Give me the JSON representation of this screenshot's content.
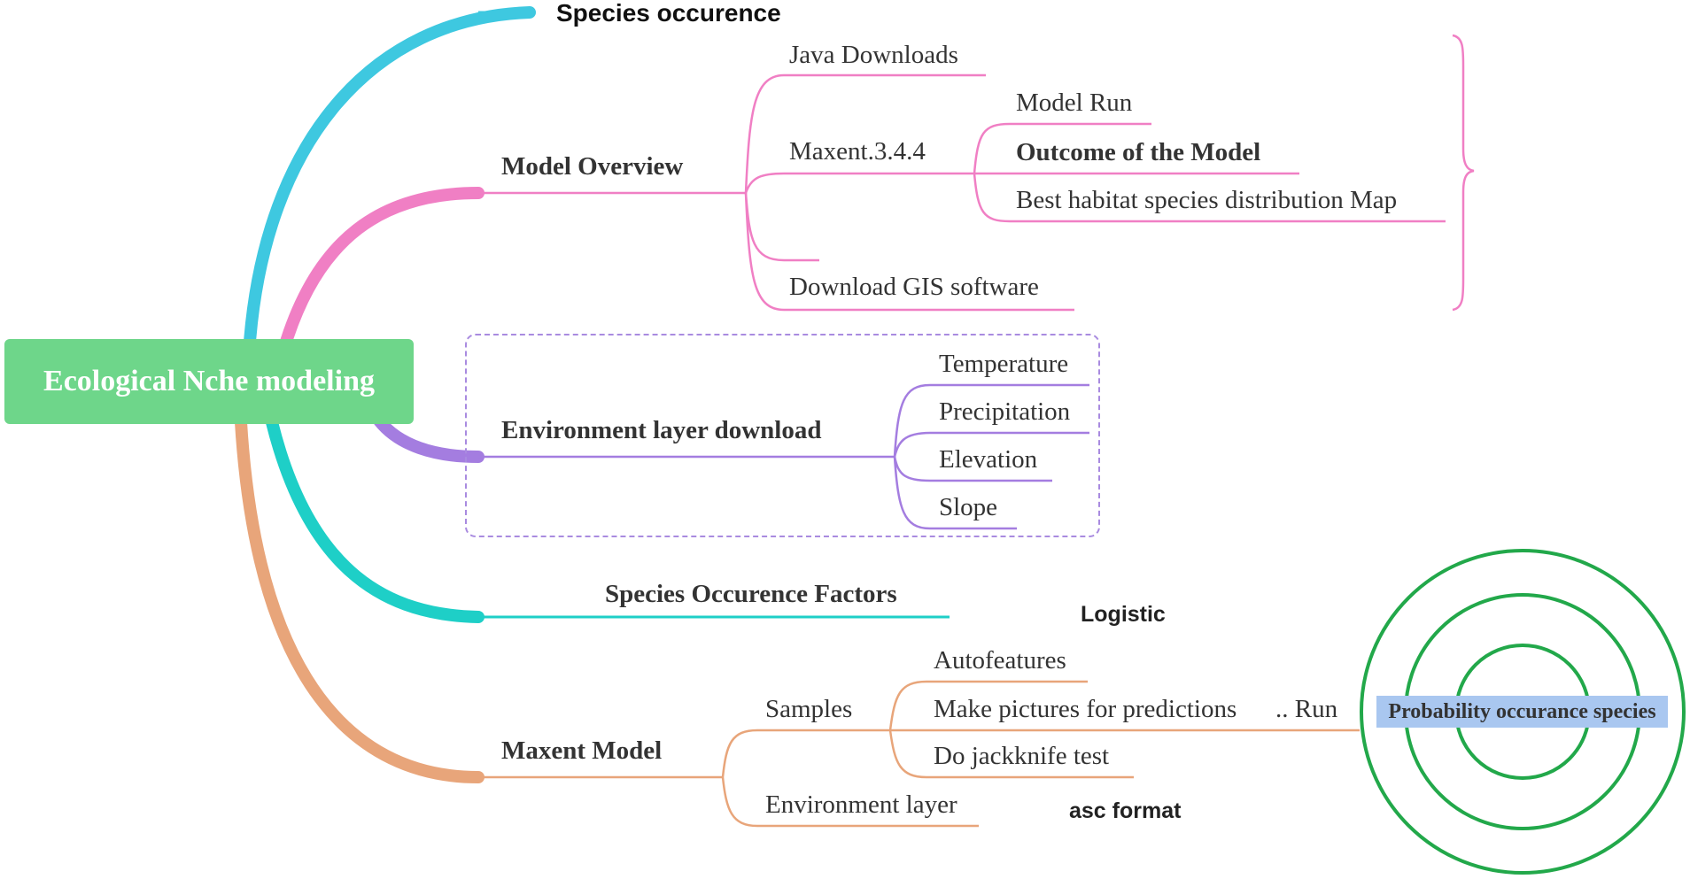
{
  "root": {
    "label": "Ecological Nche modeling"
  },
  "branches": {
    "species_occurence": {
      "label": "Species occurence"
    },
    "model_overview": {
      "label": "Model Overview",
      "java_downloads": "Java Downloads",
      "maxent": "Maxent.3.4.4",
      "model_run": "Model Run",
      "outcome": "Outcome of the Model",
      "best_habitat": "Best habitat species distribution Map",
      "download_gis": "Download GIS software"
    },
    "environment": {
      "label": "Environment layer download",
      "items": [
        "Temperature",
        "Precipitation",
        "Elevation",
        "Slope"
      ]
    },
    "factors": {
      "label": "Species Occurence Factors"
    },
    "maxent_model": {
      "label": "Maxent Model",
      "samples": "Samples",
      "sample_items": [
        "Autofeatures",
        "Make pictures for predictions",
        "Do jackknife test"
      ],
      "run": ".. Run",
      "environment_layer": "Environment layer",
      "logistic": "Logistic",
      "asc_format": "asc format",
      "result": "Probability occurance species"
    }
  },
  "colors": {
    "root": "#6ed68a",
    "species_occurence": "#3ec8e0",
    "model_overview": "#f07fc4",
    "environment": "#a47de0",
    "factors": "#1ecfc7",
    "maxent_model": "#e8a57a",
    "target_rings": "#22a84a",
    "highlight": "#a9c7f0"
  }
}
